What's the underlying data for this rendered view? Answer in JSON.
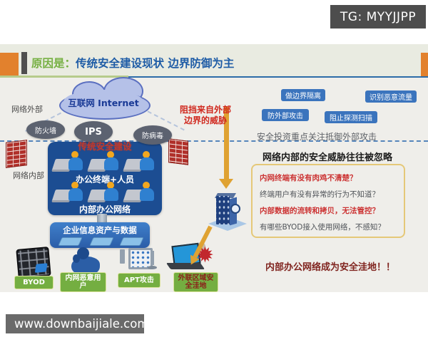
{
  "badge": {
    "tg": "TG: MYYJJPP"
  },
  "footer": {
    "url": "www.downbaijiale.com"
  },
  "header": {
    "prefix": "原因是：",
    "title": "传统安全建设现状  边界防御为主"
  },
  "zones": {
    "outside": "网络外部",
    "inside": "网络内部"
  },
  "cloud": {
    "label": "互联网 Internet"
  },
  "bubbles": [
    "防火墙",
    "IPS",
    "防病毒"
  ],
  "office": {
    "overlay": "传统安全建设",
    "row1_label": "办公终端+人员",
    "row2_label": "内部办公网络",
    "asset_label": "企业信息资产与数据"
  },
  "bottom_items": [
    {
      "label": "BYOD"
    },
    {
      "label": "内网恶意用\n户"
    },
    {
      "label": "APT攻击"
    },
    {
      "label": "外联区域安\n全洼地"
    }
  ],
  "right": {
    "block_threat": "阻挡来自外部\n边界的威胁",
    "defense_tags": [
      "做边界隔离",
      "识别恶意流量",
      "防外部攻击",
      "阻止探测扫描"
    ],
    "investment_note": "安全投资重点关注抵御外部攻击",
    "ignored_title": "网络内部的安全威胁往往被忽略",
    "questions": [
      {
        "text": "内网终端有没有肉鸡不清楚？",
        "tone": "red"
      },
      {
        "text": "终端用户有没有异常的行为不知道？",
        "tone": "gray"
      },
      {
        "text": "内部数据的流转和拷贝，无法管控？",
        "tone": "red"
      },
      {
        "text": "有哪些BYOD接入使用网络，不感知？",
        "tone": "gray"
      }
    ],
    "conclusion": "内部办公网络成为安全洼地！！"
  },
  "colors": {
    "accent_orange": "#e2812d",
    "title_blue": "#1e5ca6",
    "title_green": "#76b043",
    "alert_red": "#d0281e",
    "navy_box": "#1c4d92",
    "tag_blue": "#3b74bd",
    "arrow_gold": "#dfa232",
    "label_green": "#74ae41"
  }
}
